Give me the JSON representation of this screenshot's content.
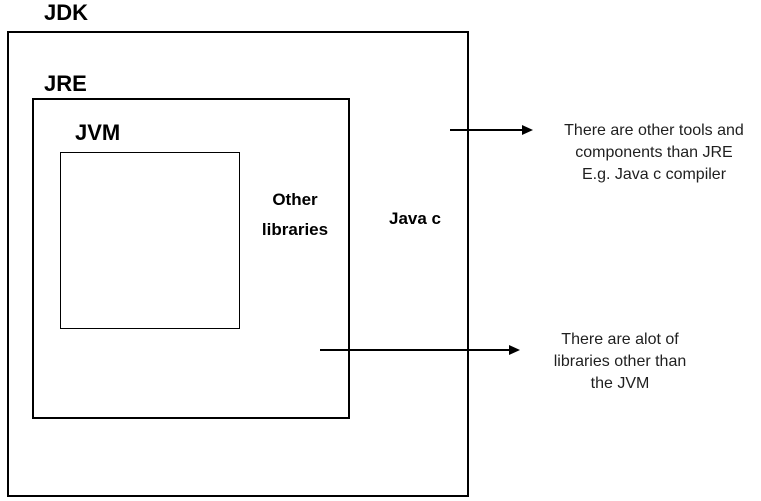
{
  "diagram": {
    "boxes": {
      "jdk": {
        "label": "JDK"
      },
      "jre": {
        "label": "JRE"
      },
      "jvm": {
        "label": "JVM"
      }
    },
    "labels": {
      "other_libraries": {
        "line1": "Other",
        "line2": "libraries"
      },
      "java_c": "Java c"
    },
    "annotations": {
      "tools": {
        "line1": "There are other tools and",
        "line2": "components than JRE",
        "line3": "E.g. Java c compiler"
      },
      "libraries": {
        "line1": "There are alot of",
        "line2": "libraries other than",
        "line3": "the JVM"
      }
    },
    "colors": {
      "line": "#000000",
      "label_text": "#000000",
      "annotation_text": "#1f1f1f",
      "background": "#ffffff"
    }
  }
}
